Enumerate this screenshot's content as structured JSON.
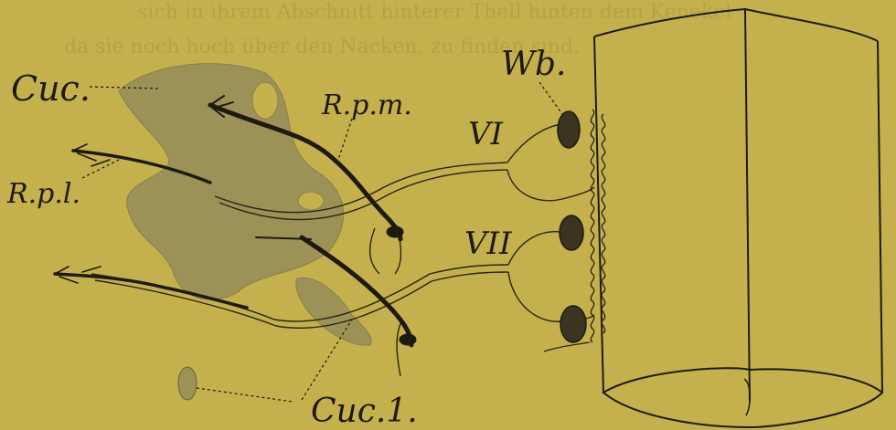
{
  "figure": {
    "labels": {
      "cuc": "Cuc.",
      "rpm": "R.p.m.",
      "rpl": "R.p.l.",
      "wb": "Wb.",
      "vi": "VI",
      "vii": "VII",
      "cuc1": "Cuc.1."
    },
    "bleed_through": {
      "line1": "sich in ihrem Abschnitt hinterer Thell hinten dem Kenekel",
      "line2": "da sie noch hoch über den Nacken, zu finden sind."
    },
    "colors": {
      "paper": "#c4b14e",
      "muscle": "#9c9258",
      "ink": "#1f1a10",
      "ganglion": "#3a3520"
    }
  }
}
